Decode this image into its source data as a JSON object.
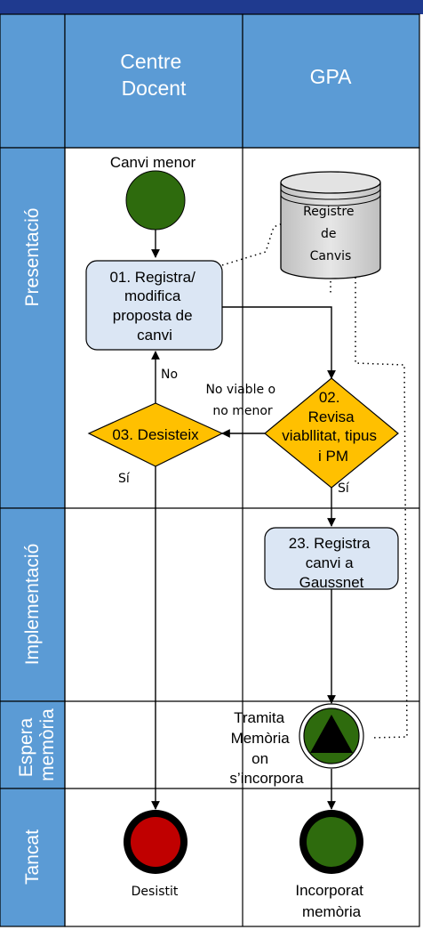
{
  "lanes": {
    "col1": [
      "Centre",
      "Docent"
    ],
    "col2": "GPA",
    "rows": {
      "presentacio": "Presentació",
      "implementacio": "Implementació",
      "espera": [
        "Espera",
        "memòria"
      ],
      "tancat": "Tancat"
    }
  },
  "nodes": {
    "start_label": "Canvi menor",
    "datastore": [
      "Registre",
      "de",
      "Canvis"
    ],
    "task01": [
      "01. Registra/",
      "modifica",
      "proposta de",
      "canvi"
    ],
    "gateway02": [
      "02.",
      "Revisa",
      "viabllitat, tipus",
      "i PM"
    ],
    "gateway03": "03. Desisteix",
    "task23": [
      "23. Registra",
      "canvi a",
      "Gaussnet"
    ],
    "event_tramita": [
      "Tramita",
      "Memòria",
      "on",
      "s’incorpora"
    ],
    "end_desistit": "Desistit",
    "end_incorporat": [
      "Incorporat",
      "memòria"
    ]
  },
  "edges": {
    "no_viable": [
      "No viable o",
      "no menor"
    ],
    "no": "No",
    "si_left": "Sí",
    "si_right": "Sí"
  },
  "colors": {
    "header_blue": "#5b9bd5",
    "top_bar": "#1f3a8f",
    "start_green": "#2e6b0d",
    "end_red": "#c00000",
    "gateway_yellow": "#ffc000",
    "task_fill": "#dbe6f4",
    "datastore_fill": "#d9d9d9"
  }
}
